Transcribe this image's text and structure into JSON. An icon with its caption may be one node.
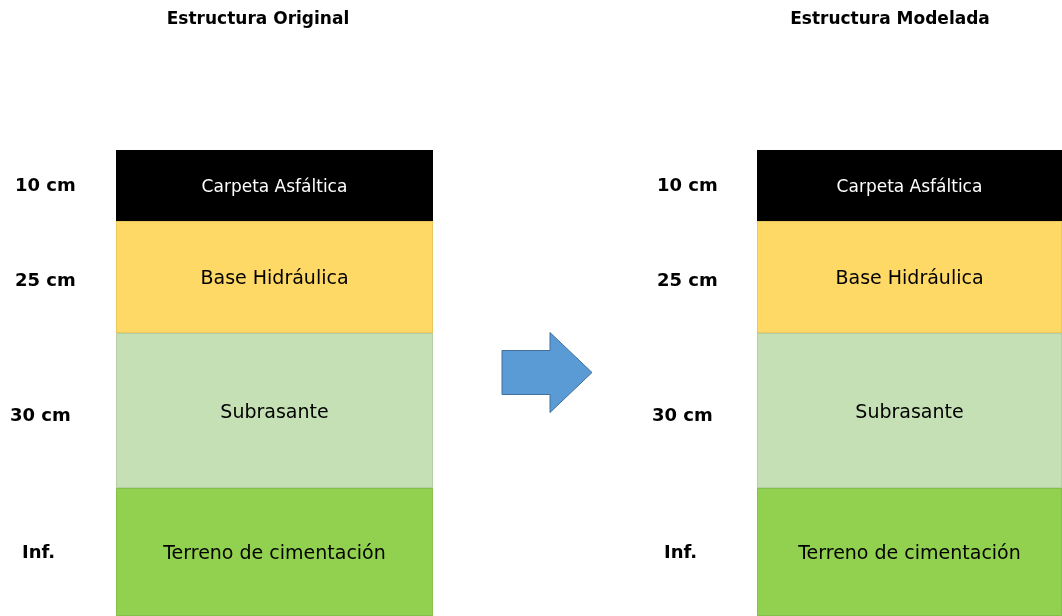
{
  "diagram": {
    "nodes": [
      {
        "text": [
          "Carpeta Asfáltica"
        ],
        "beside": [
          "10 cm"
        ]
      },
      {
        "text": [
          "Base Hidráulica"
        ],
        "beside": [
          "25 cm"
        ]
      },
      {
        "text": [
          "Subrasante"
        ],
        "beside": [
          "30 cm"
        ]
      },
      {
        "text": [
          "Terreno de cimentación"
        ],
        "beside": [
          "Inf."
        ]
      },
      {
        "text": [
          "Carpeta Asfáltica"
        ],
        "beside": [
          "10 cm"
        ]
      },
      {
        "text": [
          "Base Hidráulica"
        ],
        "beside": [
          "25 cm"
        ]
      },
      {
        "text": [
          "Subrasante"
        ],
        "beside": [
          "30 cm"
        ]
      },
      {
        "text": [
          "Terreno de cimentación"
        ],
        "beside": [
          "Inf."
        ]
      }
    ],
    "edges": [
      {
        "from": 2,
        "to": 6,
        "arrow": "to"
      }
    ],
    "labels": [
      "Estructura Original",
      "Estructura Modelada"
    ]
  }
}
